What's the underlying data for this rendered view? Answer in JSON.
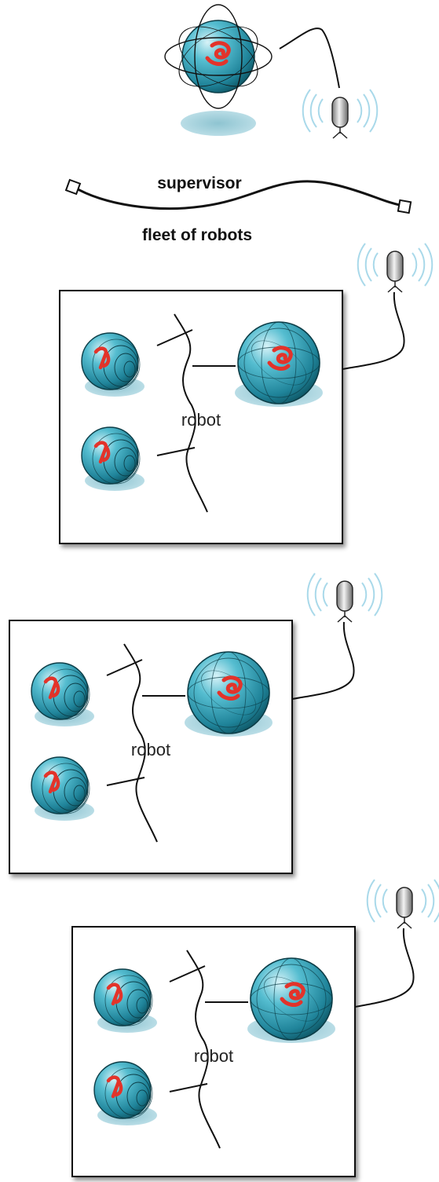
{
  "labels": {
    "supervisor": "supervisor",
    "fleet": "fleet of robots"
  },
  "robots": [
    {
      "label": "robot"
    },
    {
      "label": "robot"
    },
    {
      "label": "robot"
    }
  ],
  "colors": {
    "sphere": "#3aa3b7",
    "sphere_dark": "#1c6f80",
    "logo": "#e3332a",
    "wave": "#a9d9ea",
    "shadow": "#a7cfd9"
  }
}
